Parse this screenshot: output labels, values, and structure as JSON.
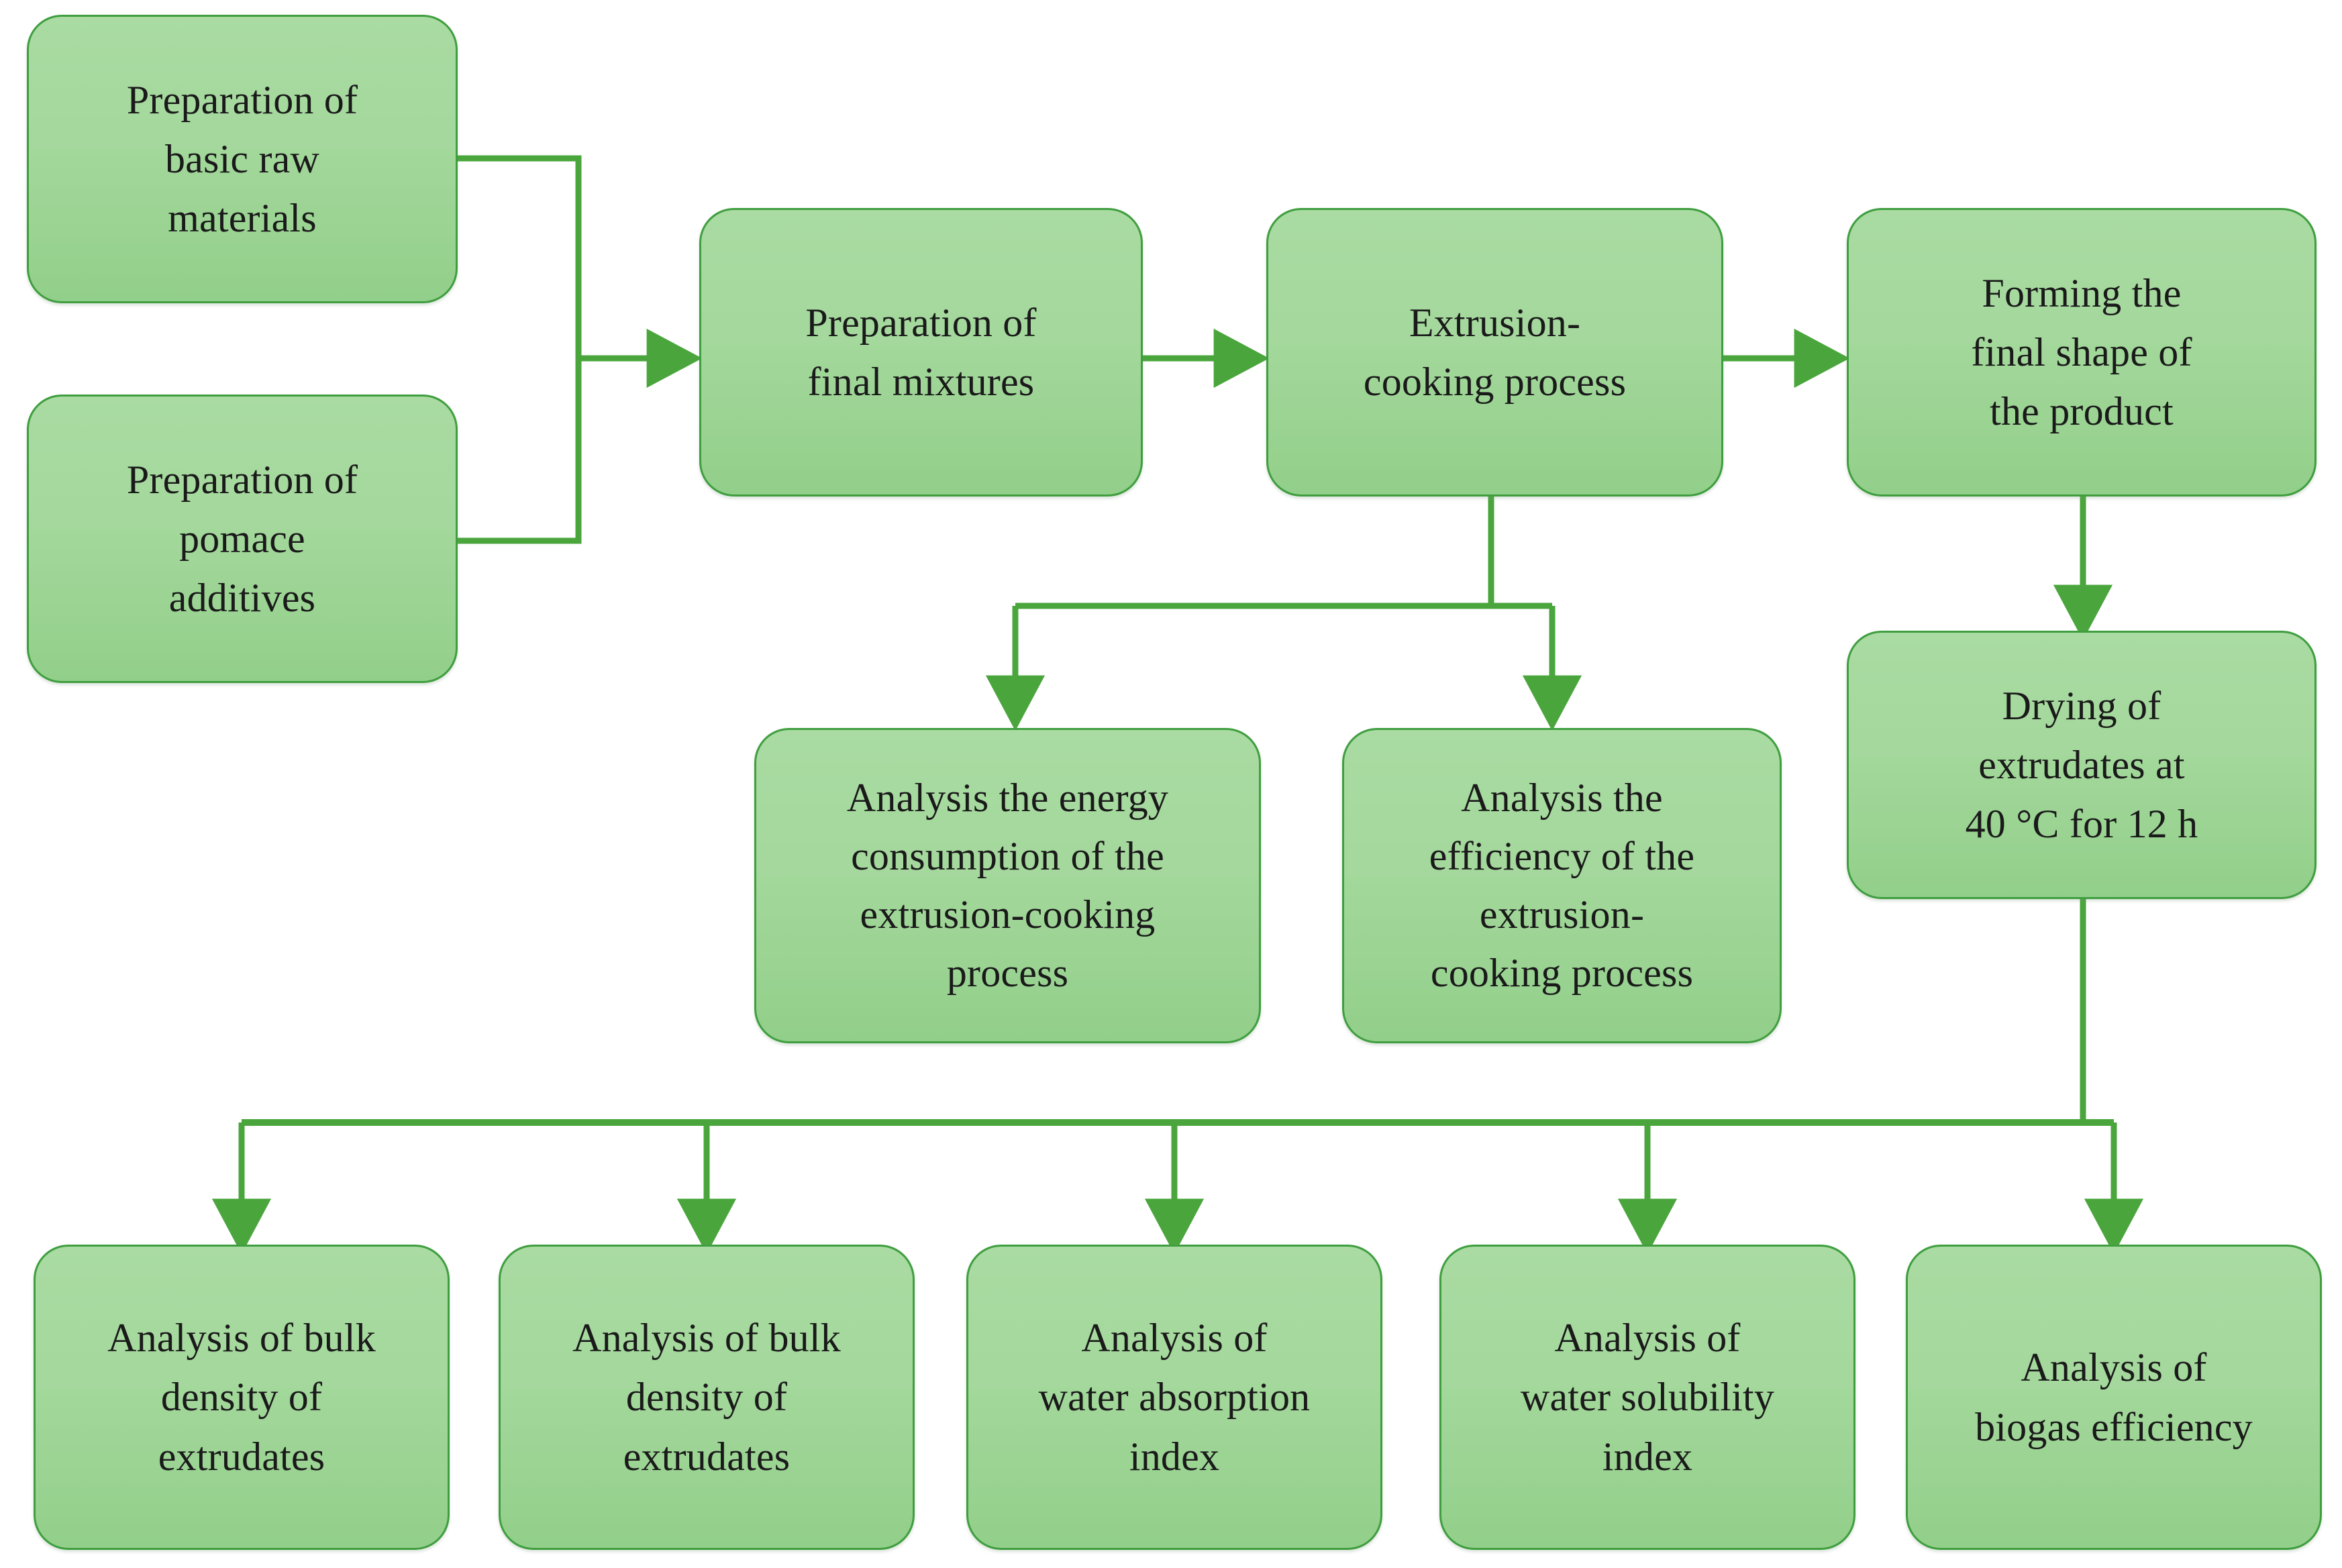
{
  "diagram": {
    "type": "flowchart",
    "orientation": "left-to-right with downward branches",
    "colors": {
      "node_fill_top": "#a9dba2",
      "node_fill_bottom": "#92cf8a",
      "node_border": "#3f9e3f",
      "connector": "#4aa63c",
      "text": "#1a1a1a",
      "background": "#ffffff"
    },
    "nodes": [
      {
        "id": "prep_raw",
        "label": "Preparation of\nbasic raw\nmaterials"
      },
      {
        "id": "prep_pomace",
        "label": "Preparation of\npomace\nadditives"
      },
      {
        "id": "prep_mix",
        "label": "Preparation of\nfinal mixtures"
      },
      {
        "id": "extrusion",
        "label": "Extrusion-\ncooking process"
      },
      {
        "id": "forming",
        "label": "Forming the\nfinal shape of\nthe product"
      },
      {
        "id": "energy",
        "label": "Analysis the energy\nconsumption of the\nextrusion-cooking\nprocess"
      },
      {
        "id": "efficiency",
        "label": "Analysis the\nefficiency of the\nextrusion-\ncooking process"
      },
      {
        "id": "drying",
        "label": "Drying of\nextrudates at\n40 °C for 12 h"
      },
      {
        "id": "bulk1",
        "label": "Analysis of bulk\ndensity of\nextrudates"
      },
      {
        "id": "bulk2",
        "label": "Analysis of bulk\ndensity of\nextrudates"
      },
      {
        "id": "wai",
        "label": "Analysis of\nwater absorption\nindex"
      },
      {
        "id": "wsi",
        "label": "Analysis of\nwater solubility\nindex"
      },
      {
        "id": "biogas",
        "label": "Analysis of\nbiogas efficiency"
      }
    ],
    "edges": [
      {
        "from": "prep_raw",
        "to": "prep_mix",
        "style": "elbow-merge"
      },
      {
        "from": "prep_pomace",
        "to": "prep_mix",
        "style": "elbow-merge"
      },
      {
        "from": "prep_mix",
        "to": "extrusion",
        "style": "straight-right"
      },
      {
        "from": "extrusion",
        "to": "forming",
        "style": "straight-right"
      },
      {
        "from": "extrusion",
        "to": "energy",
        "style": "elbow-down-split"
      },
      {
        "from": "extrusion",
        "to": "efficiency",
        "style": "elbow-down-split"
      },
      {
        "from": "forming",
        "to": "drying",
        "style": "straight-down"
      },
      {
        "from": "drying",
        "to": "bulk1",
        "style": "bus-down"
      },
      {
        "from": "drying",
        "to": "bulk2",
        "style": "bus-down"
      },
      {
        "from": "drying",
        "to": "wai",
        "style": "bus-down"
      },
      {
        "from": "drying",
        "to": "wsi",
        "style": "bus-down"
      },
      {
        "from": "drying",
        "to": "biogas",
        "style": "bus-down"
      }
    ]
  }
}
